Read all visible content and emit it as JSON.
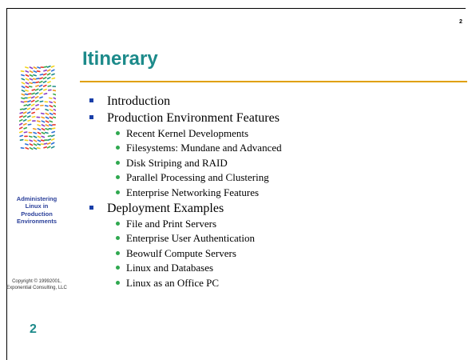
{
  "slide": {
    "number_corner": "2",
    "title": "Itinerary",
    "page_number": "2",
    "side_title": "Administering\nLinux in\nProduction\nEnvironments",
    "copyright": "Copyright © 19992001,\nExponential Consulting, LLC",
    "colors": {
      "title": "#1c8a8a",
      "rule": "#e0a000",
      "square_bullet": "#1a3fa8",
      "round_bullet": "#2fa84f",
      "side_title": "#2a3f9a"
    },
    "logo_icon": "colorful-wave-logo-icon"
  },
  "outline": [
    {
      "label": "Introduction",
      "items": []
    },
    {
      "label": "Production Environment Features",
      "items": [
        "Recent Kernel Developments",
        "Filesystems: Mundane and Advanced",
        "Disk Striping and RAID",
        "Parallel Processing and Clustering",
        "Enterprise Networking Features"
      ]
    },
    {
      "label": "Deployment Examples",
      "items": [
        "File and Print Servers",
        "Enterprise User Authentication",
        "Beowulf Compute Servers",
        "Linux and Databases",
        "Linux as an Office PC"
      ]
    }
  ]
}
